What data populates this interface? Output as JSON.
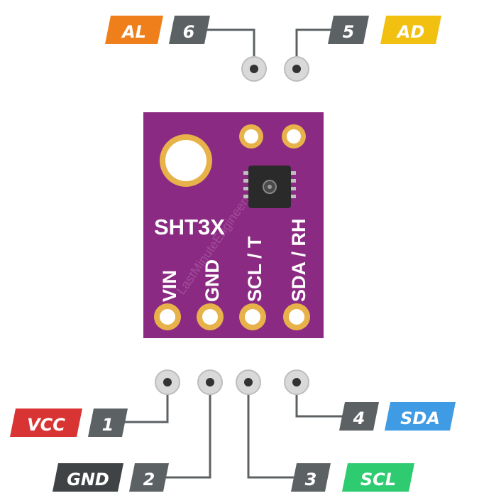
{
  "board": {
    "title": "SHT3X",
    "watermark": "LastMinuteEngineers.com",
    "color": "#8b2a82",
    "pad_color": "#e8b24a",
    "pins_printed": [
      "VIN",
      "GND",
      "SCL / T",
      "SDA / RH"
    ]
  },
  "pinouts": [
    {
      "number": "1",
      "label": "VCC",
      "color": "#d93434"
    },
    {
      "number": "2",
      "label": "GND",
      "color": "#3f4345"
    },
    {
      "number": "3",
      "label": "SCL",
      "color": "#2ecb71"
    },
    {
      "number": "4",
      "label": "SDA",
      "color": "#3f9be3"
    },
    {
      "number": "5",
      "label": "AD",
      "color": "#f2c010"
    },
    {
      "number": "6",
      "label": "AL",
      "color": "#ef7f1a"
    }
  ],
  "number_tag_color": "#5c6163"
}
